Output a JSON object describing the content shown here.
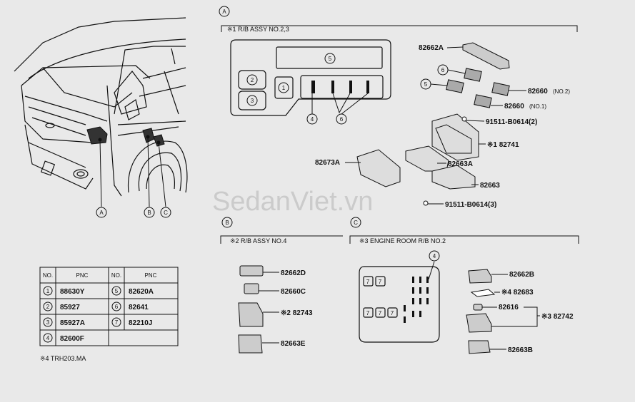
{
  "watermark": "SedanViet.vn",
  "callouts": {
    "a": "A",
    "b": "B",
    "c": "C"
  },
  "section_a": {
    "marker": "A",
    "header": "※1 R/B ASSY NO.2,3",
    "panel_nums": [
      "5",
      "2",
      "3",
      "1",
      "4",
      "6"
    ],
    "parts": {
      "p82662A": "82662A",
      "n6": "6",
      "n5": "5",
      "p82660_2": "82660",
      "p82660_2_note": "(NO.2)",
      "p82660_1": "82660",
      "p82660_1_note": "(NO.1)",
      "p91511a": "91511-B0614(2)",
      "p82741": "※1 82741",
      "p82673A": "82673A",
      "p82663A": "82663A",
      "p82663": "82663",
      "p91511b": "91511-B0614(3)"
    }
  },
  "section_b": {
    "marker": "B",
    "header": "※2 R/B ASSY NO.4",
    "parts": {
      "p82662D": "82662D",
      "p82660C": "82660C",
      "p82743": "※2 82743",
      "p82663E": "82663E"
    }
  },
  "section_c": {
    "marker": "C",
    "header": "※3 ENGINE ROOM R/B NO.2",
    "num4": "4",
    "parts": {
      "p82662B": "82662B",
      "p82683": "※4 82683",
      "p82616": "82616",
      "p82742": "※3 82742",
      "p82663B": "82663B"
    }
  },
  "table": {
    "headers": [
      "NO.",
      "PNC",
      "NO.",
      "PNC"
    ],
    "left": [
      {
        "no": "1",
        "pnc": "88630Y"
      },
      {
        "no": "2",
        "pnc": "85927"
      },
      {
        "no": "3",
        "pnc": "85927A"
      },
      {
        "no": "4",
        "pnc": "82600F"
      }
    ],
    "right": [
      {
        "no": "5",
        "pnc": "82620A"
      },
      {
        "no": "6",
        "pnc": "82641"
      },
      {
        "no": "7",
        "pnc": "82210J"
      }
    ]
  },
  "footnote": "※4 TRH203.MA"
}
